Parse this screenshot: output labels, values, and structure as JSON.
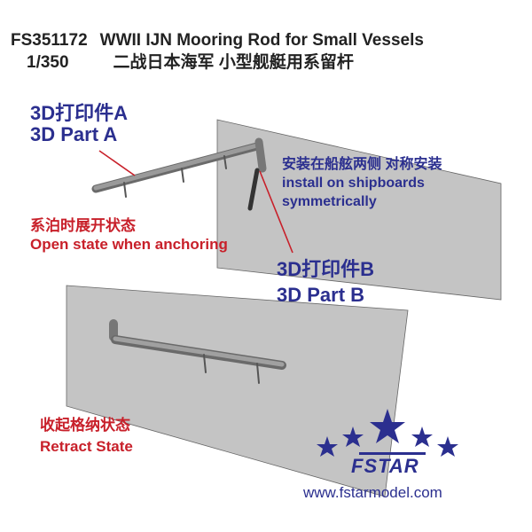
{
  "header": {
    "code": "FS351172",
    "title_en": "WWII IJN Mooring Rod for Small Vessels",
    "scale": "1/350",
    "title_cn": "二战日本海军 小型舰艇用系留杆"
  },
  "labels": {
    "part_a_cn": "3D打印件A",
    "part_a_en": "3D Part A",
    "part_b_cn": "3D打印件B",
    "part_b_en": "3D Part B",
    "install_cn": "安装在船舷两侧 对称安装",
    "install_en_1": "install on shipboards",
    "install_en_2": "symmetrically",
    "open_cn": "系泊时展开状态",
    "open_en": "Open state when anchoring",
    "retract_cn": "收起格纳状态",
    "retract_en": "Retract State"
  },
  "brand": {
    "logo": "FSTAR",
    "website": "www.fstarmodel.com"
  },
  "colors": {
    "blue": "#2b2f8f",
    "red": "#c8202a",
    "panel": "#c4c4c4"
  }
}
